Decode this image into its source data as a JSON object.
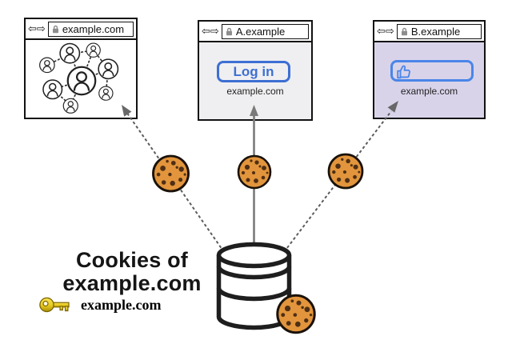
{
  "diagram": {
    "title_line1": "Cookies of",
    "title_line2": "example.com",
    "key_label": "example.com"
  },
  "toolbar": {
    "back_icon": "⇦",
    "forward_icon": "⇨"
  },
  "windows": [
    {
      "url": "example.com"
    },
    {
      "url": "A.example",
      "button_label": "Log in",
      "caption": "example.com"
    },
    {
      "url": "B.example",
      "caption": "example.com"
    }
  ],
  "icons": {
    "lock": "padlock",
    "key": "gold-key",
    "cookie": "chocolate-chip-cookie",
    "database": "cookie-jar-cylinder",
    "social_graph": "user-network",
    "thumbs_up": "like-thumb"
  },
  "colors": {
    "login_blue": "#3D6FD3",
    "like_blue": "#4A86E8",
    "cookie_orange": "#E2953C",
    "cookie_spot": "#4F2F15",
    "panel_gray": "#EFEFF1",
    "panel_purple": "#D9D3EA",
    "arrow_gray": "#5C5C5C",
    "outline_black": "#121212",
    "key_gold": "#EFD73B"
  }
}
